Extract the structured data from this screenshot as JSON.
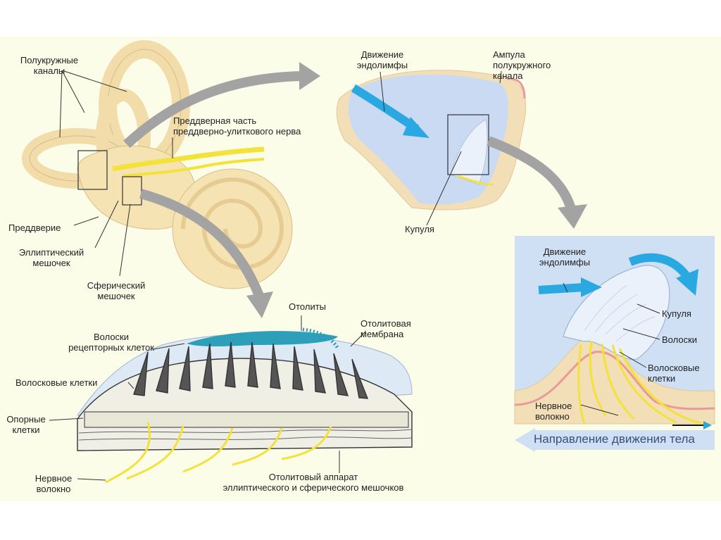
{
  "colors": {
    "page_bg": "#fbfde9",
    "ear_fill": "#f6e3b4",
    "ear_stroke": "#d8bd83",
    "nerve": "#f2e23a",
    "endolymph_arrow": "#2aa8e2",
    "gray_arrow": "#a3a3a3",
    "ampulla_inner": "#c9daf2",
    "panel_bg": "#cfe0f4",
    "cupula": "#eaf1fb",
    "otoliths": "#2e9fb8",
    "direction_bar": "#cfe0f4",
    "direction_text": "#3a4f7a"
  },
  "labels": {
    "semicircular_canals": "Полукружные\nканалы",
    "vestibular_nerve": "Преддверная часть\nпреддверно-улиткового нерва",
    "vestibule": "Преддверие",
    "utricle": "Эллиптический\nмешочек",
    "saccule": "Сферический\nмешочек",
    "endolymph_top": "Движение\nэндолимфы",
    "ampulla": "Ампула\nполукружного\nканала",
    "cupula_top": "Купуля",
    "endolymph_right": "Движение\nэндолимфы",
    "cupula_right": "Купуля",
    "hairs_right": "Волоски",
    "hair_cells_right": "Волосковые\nклетки",
    "nerve_fiber_right": "Нервное\nволокно",
    "direction_of_motion": "Направление движения тела",
    "otoliths": "Отолиты",
    "otolith_membrane": "Отолитовая\nмембрана",
    "receptor_hairs": "Волоски\nрецепторных клеток",
    "hair_cells": "Волосковые клетки",
    "supporting_cells": "Опорные\nклетки",
    "nerve_fiber": "Нервное\nволокно",
    "otolith_apparatus": "Отолитовый аппарат\nэллиптического и сферического мешочков"
  }
}
